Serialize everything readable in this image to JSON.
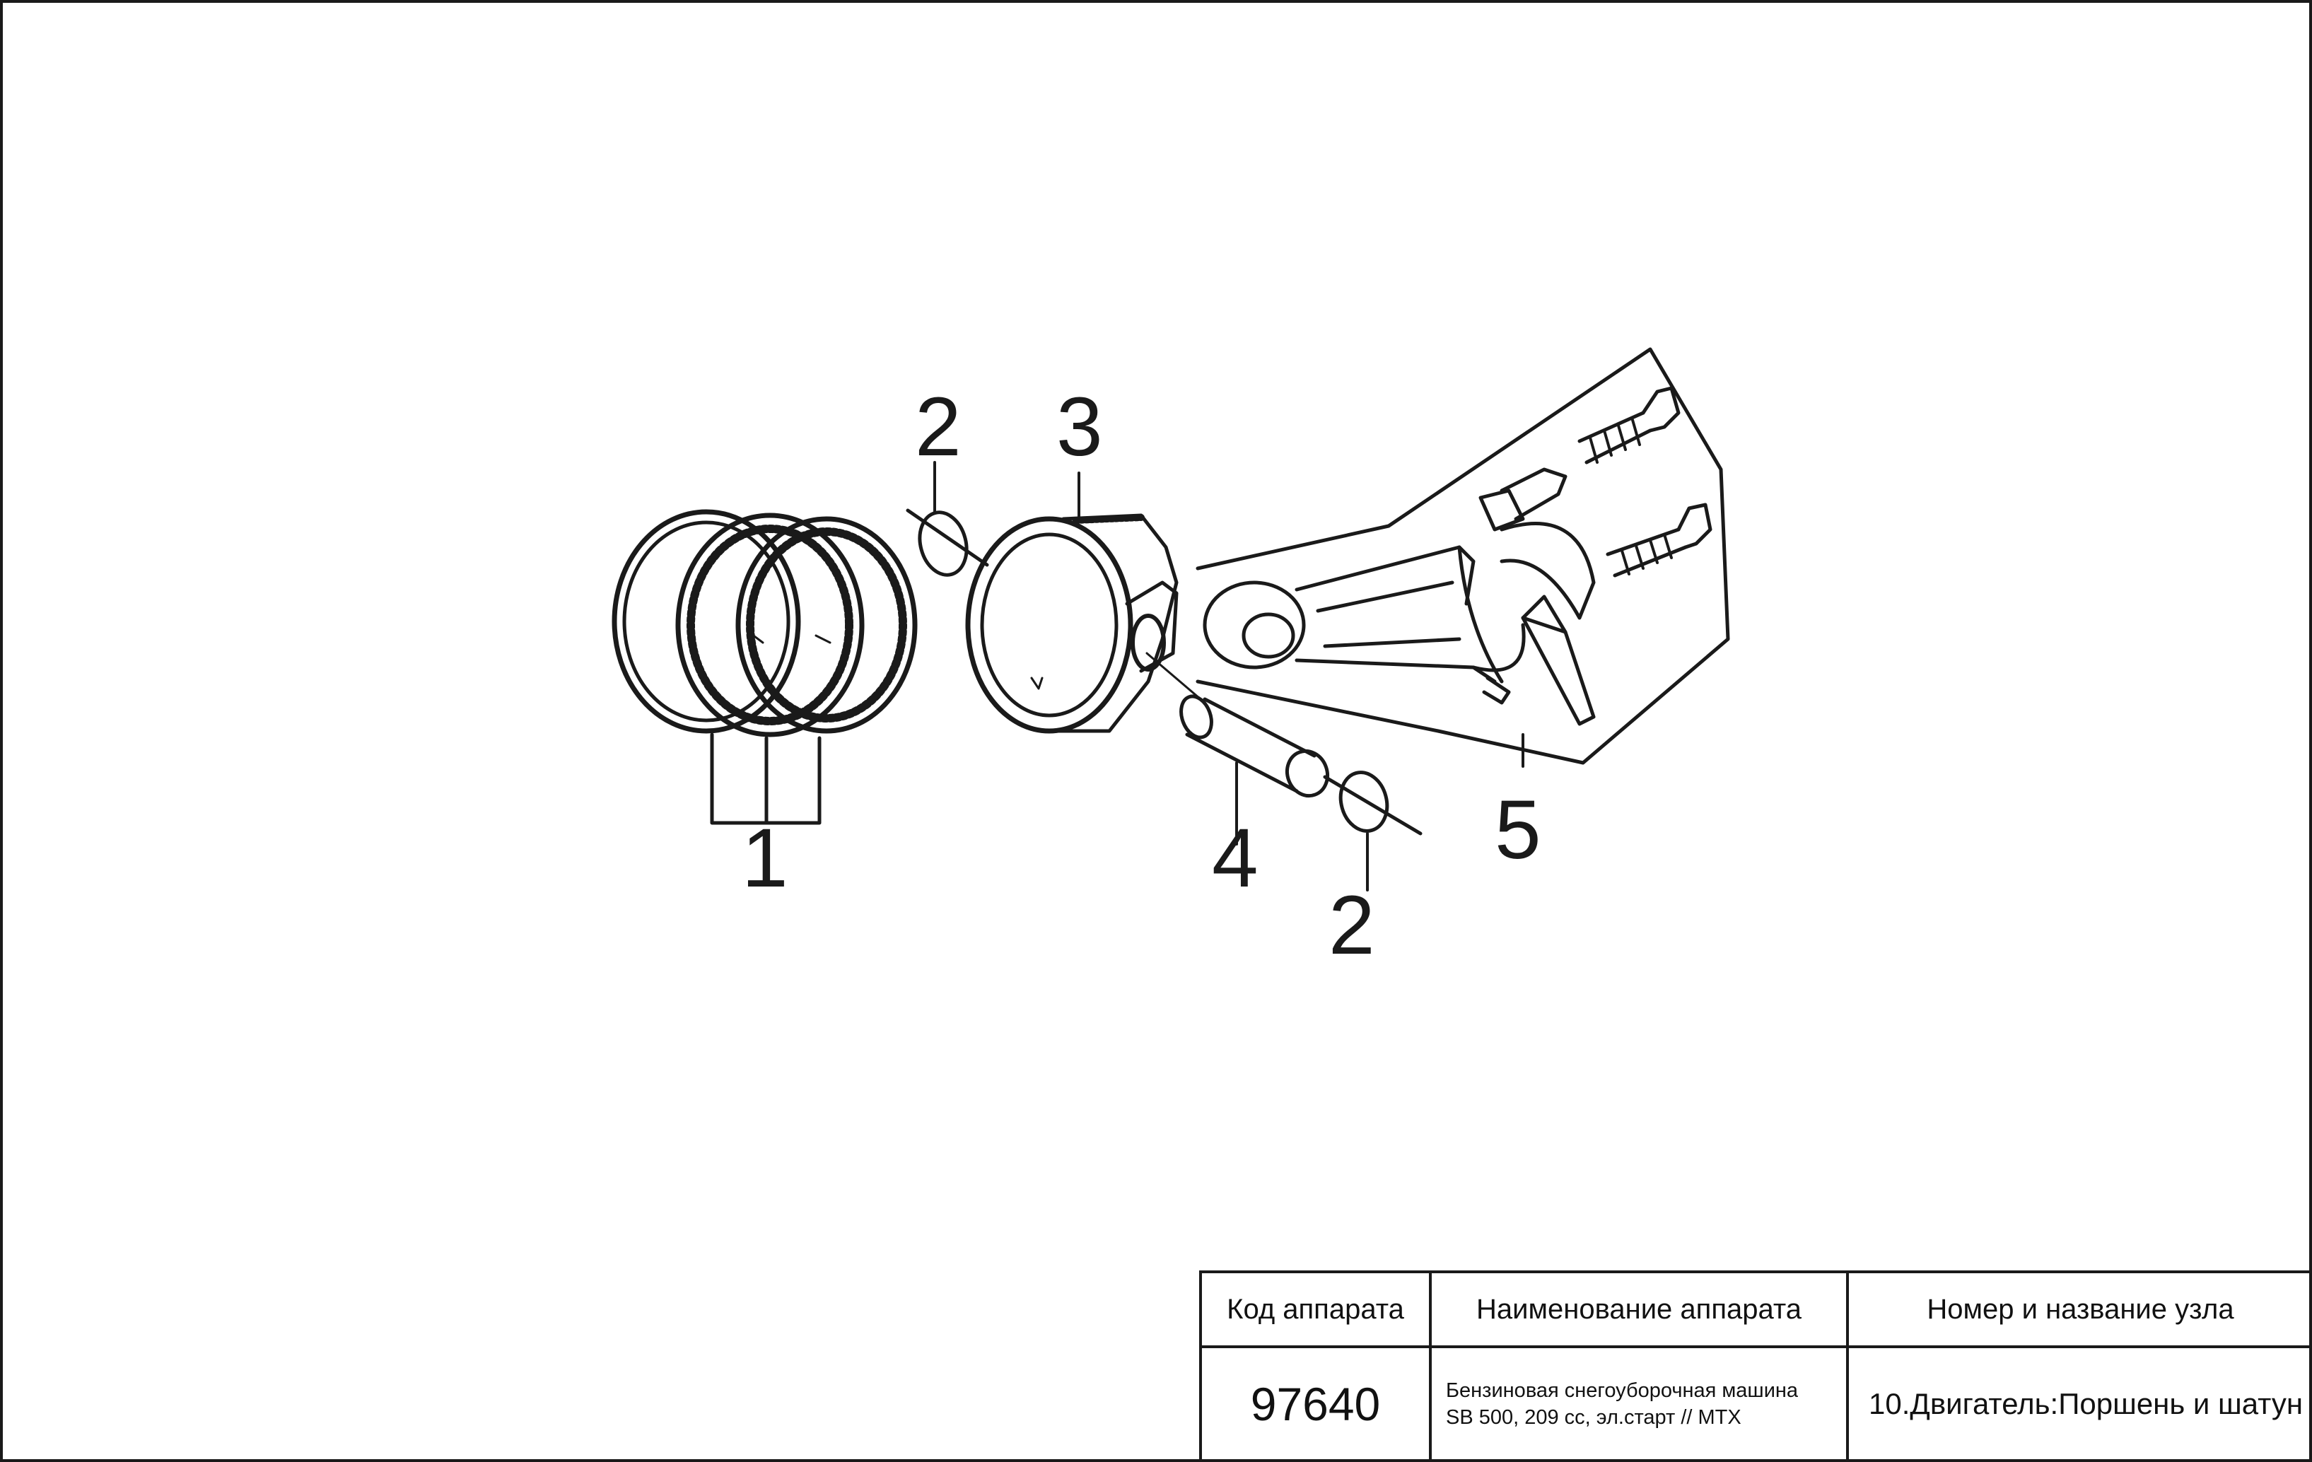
{
  "callouts": [
    "1",
    "2",
    "3",
    "4",
    "5",
    "2"
  ],
  "title_block": {
    "headers": {
      "code": "Код аппарата",
      "name": "Наименование аппарата",
      "unit": "Номер и название узла"
    },
    "code": "97640",
    "name_line1": "Бензиновая снегоуборочная машина",
    "name_line2": "SB 500, 209 cc, эл.старт // MTX",
    "unit": "10.Двигатель:Поршень и шатун"
  },
  "colors": {
    "line": "#1a1a1a",
    "background": "#ffffff"
  }
}
